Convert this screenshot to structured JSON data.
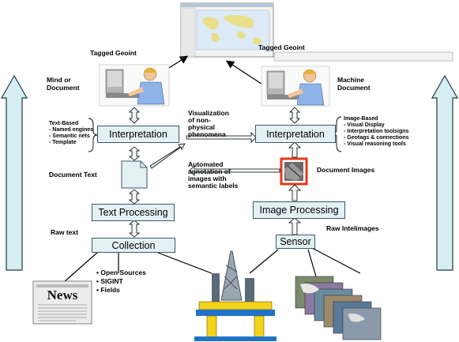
{
  "colors": {
    "box_fill": "#e4f1f4",
    "box_border": "#3a5a68",
    "big_arrow_fill": "#d6eef2",
    "big_arrow_stroke": "#1f3a44",
    "highlight_border": "#e23a1a",
    "rig_yellow": "#f3d21a",
    "rig_blue": "#1f73c8"
  },
  "boxes": {
    "interpretation_left": "Interpretation",
    "interpretation_right": "Interpretation",
    "text_processing": "Text Processing",
    "image_processing": "Image Processing",
    "collection": "Collection",
    "sensor": "Sensor"
  },
  "labels": {
    "tagged_geoint_left": "Tagged Geoint",
    "tagged_geoint_right": "Tagged Geoint",
    "mind_human_left": [
      "Mind or",
      "Document"
    ],
    "mind_human_right": [
      "Machine",
      "Document"
    ],
    "document_text": "Document Text",
    "document_images": "Document Images",
    "raw_text": "Raw text",
    "raw_image": "Raw Intelimages",
    "visualization": [
      "Visualization",
      "of non-",
      "physical",
      "phenomena"
    ],
    "automated": [
      "Automated",
      "annotation of",
      "images with",
      "semantic labels"
    ],
    "news": "News"
  },
  "left_list": {
    "heading": "Text-Based",
    "items": [
      "Named engines",
      "Semantic nets",
      "Template"
    ]
  },
  "right_list": {
    "heading": "Image-Based",
    "items": [
      "Visual Display",
      "Interpretation toolsigns",
      "Geotags & connections",
      "Visual reasoning tools"
    ]
  },
  "collection_sources": [
    "Open Sources",
    "SIGINT",
    "Fields"
  ]
}
